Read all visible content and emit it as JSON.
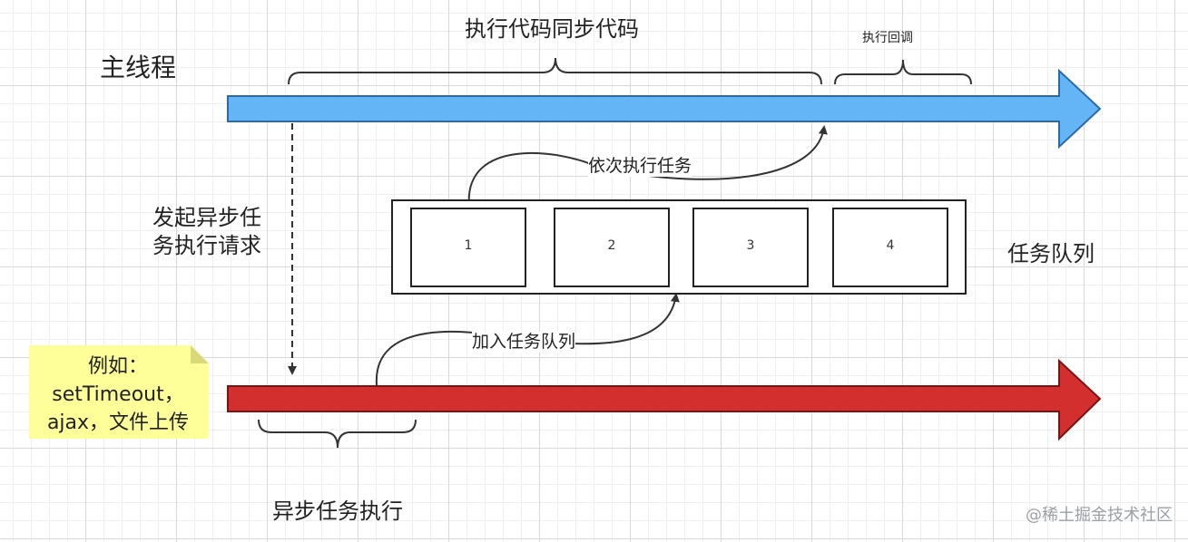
{
  "main_thread": {
    "label": "主线程",
    "color": "#64b5f6"
  },
  "sync_code_label": "执行代码同步代码",
  "callback_label": "执行回调",
  "async_request_label": "发起异步任务执行请求",
  "run_tasks_label": "依次执行任务",
  "task_queue": {
    "label": "任务队列",
    "items": [
      "1",
      "2",
      "3",
      "4"
    ]
  },
  "enqueue_label": "加入任务队列",
  "async_thread": {
    "color": "#d32f2f"
  },
  "note": {
    "line1": "例如：",
    "line2": "setTimeout，",
    "line3": "ajax，文件上传",
    "color": "#ffff99"
  },
  "async_exec_label": "异步任务执行",
  "watermark": "@稀土掘金技术社区"
}
